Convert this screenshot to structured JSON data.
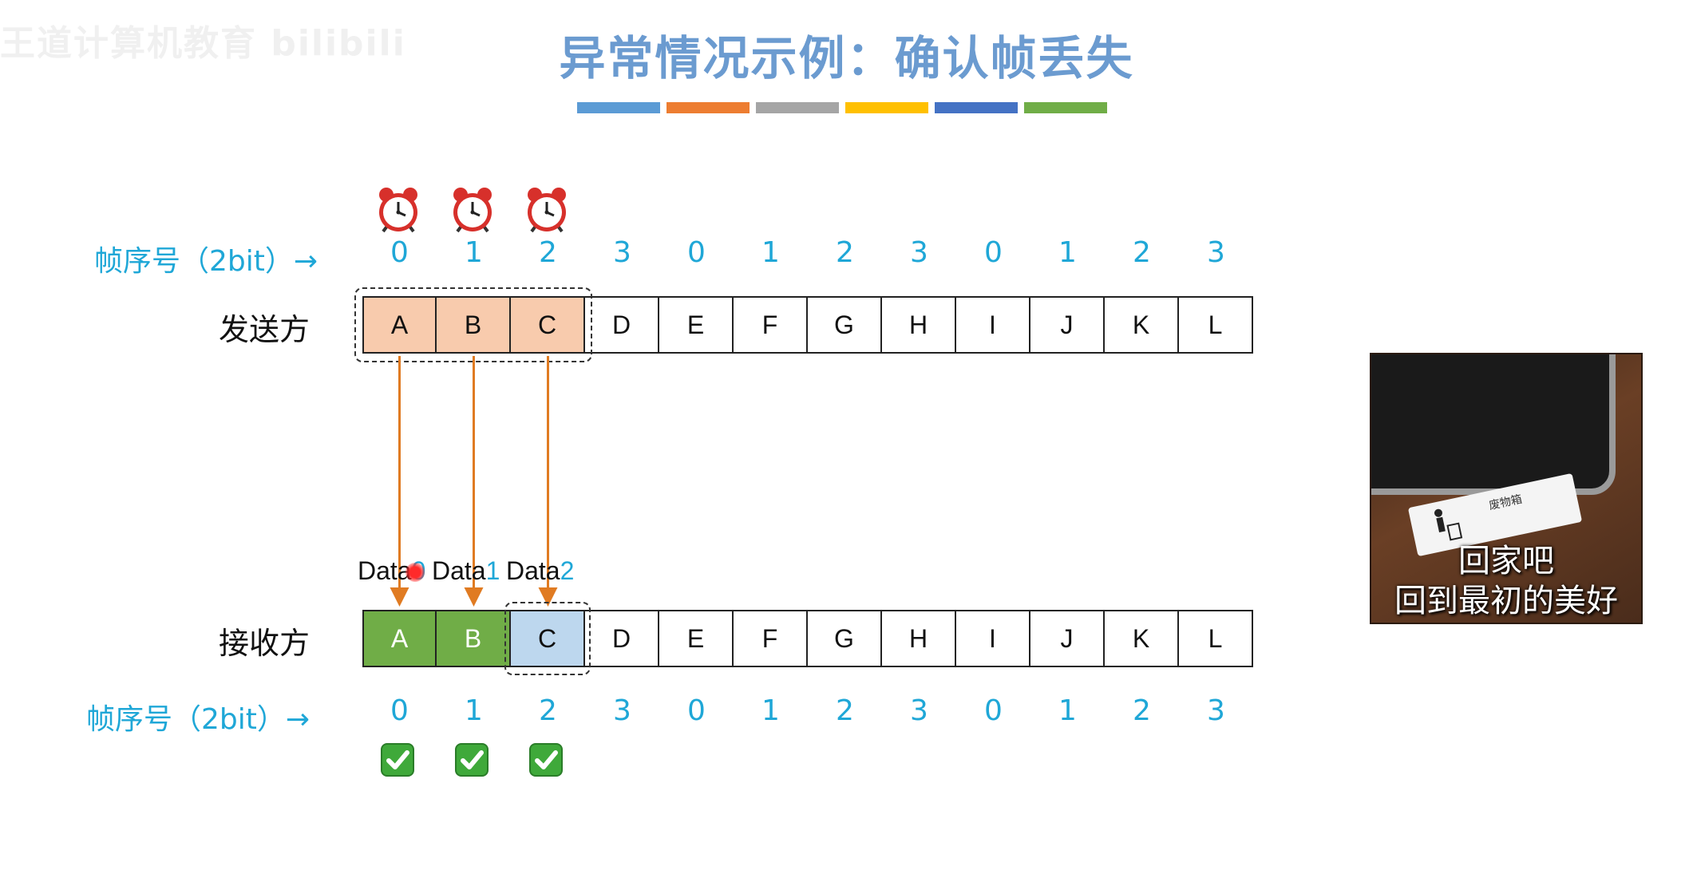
{
  "watermark": "王道计算机教育 bilibili",
  "title": "异常情况示例：确认帧丢失",
  "title_bar_colors": [
    "#5b9bd5",
    "#ed7d31",
    "#a5a5a5",
    "#ffc000",
    "#4472c4",
    "#70ad47"
  ],
  "sender": {
    "seq_label": "帧序号（2bit）→",
    "label": "发送方",
    "seq_numbers": [
      "0",
      "1",
      "2",
      "3",
      "0",
      "1",
      "2",
      "3",
      "0",
      "1",
      "2",
      "3"
    ],
    "frames": [
      "A",
      "B",
      "C",
      "D",
      "E",
      "F",
      "G",
      "H",
      "I",
      "J",
      "K",
      "L"
    ],
    "sent_count": 3,
    "timer_icons": [
      "alarm-clock-icon",
      "alarm-clock-icon",
      "alarm-clock-icon"
    ]
  },
  "receiver": {
    "seq_label": "帧序号（2bit）→",
    "label": "接收方",
    "seq_numbers": [
      "0",
      "1",
      "2",
      "3",
      "0",
      "1",
      "2",
      "3",
      "0",
      "1",
      "2",
      "3"
    ],
    "frames": [
      "A",
      "B",
      "C",
      "D",
      "E",
      "F",
      "G",
      "H",
      "I",
      "J",
      "K",
      "L"
    ],
    "received_count": 2,
    "current_index": 2,
    "ack_icons": [
      "check-icon",
      "check-icon",
      "check-icon"
    ]
  },
  "data_labels": [
    {
      "text": "Data",
      "num": "0"
    },
    {
      "text": "Data",
      "num": "1"
    },
    {
      "text": "Data",
      "num": "2"
    }
  ],
  "colors": {
    "sent_frame": "#f8cbad",
    "received_frame": "#70ad47",
    "current_frame": "#bdd7ee",
    "arrow": "#e07b22",
    "seq_text": "#1fa7d7"
  },
  "overlay": {
    "sign_text": "废物箱",
    "caption_line1": "回家吧",
    "caption_line2": "回到最初的美好"
  }
}
